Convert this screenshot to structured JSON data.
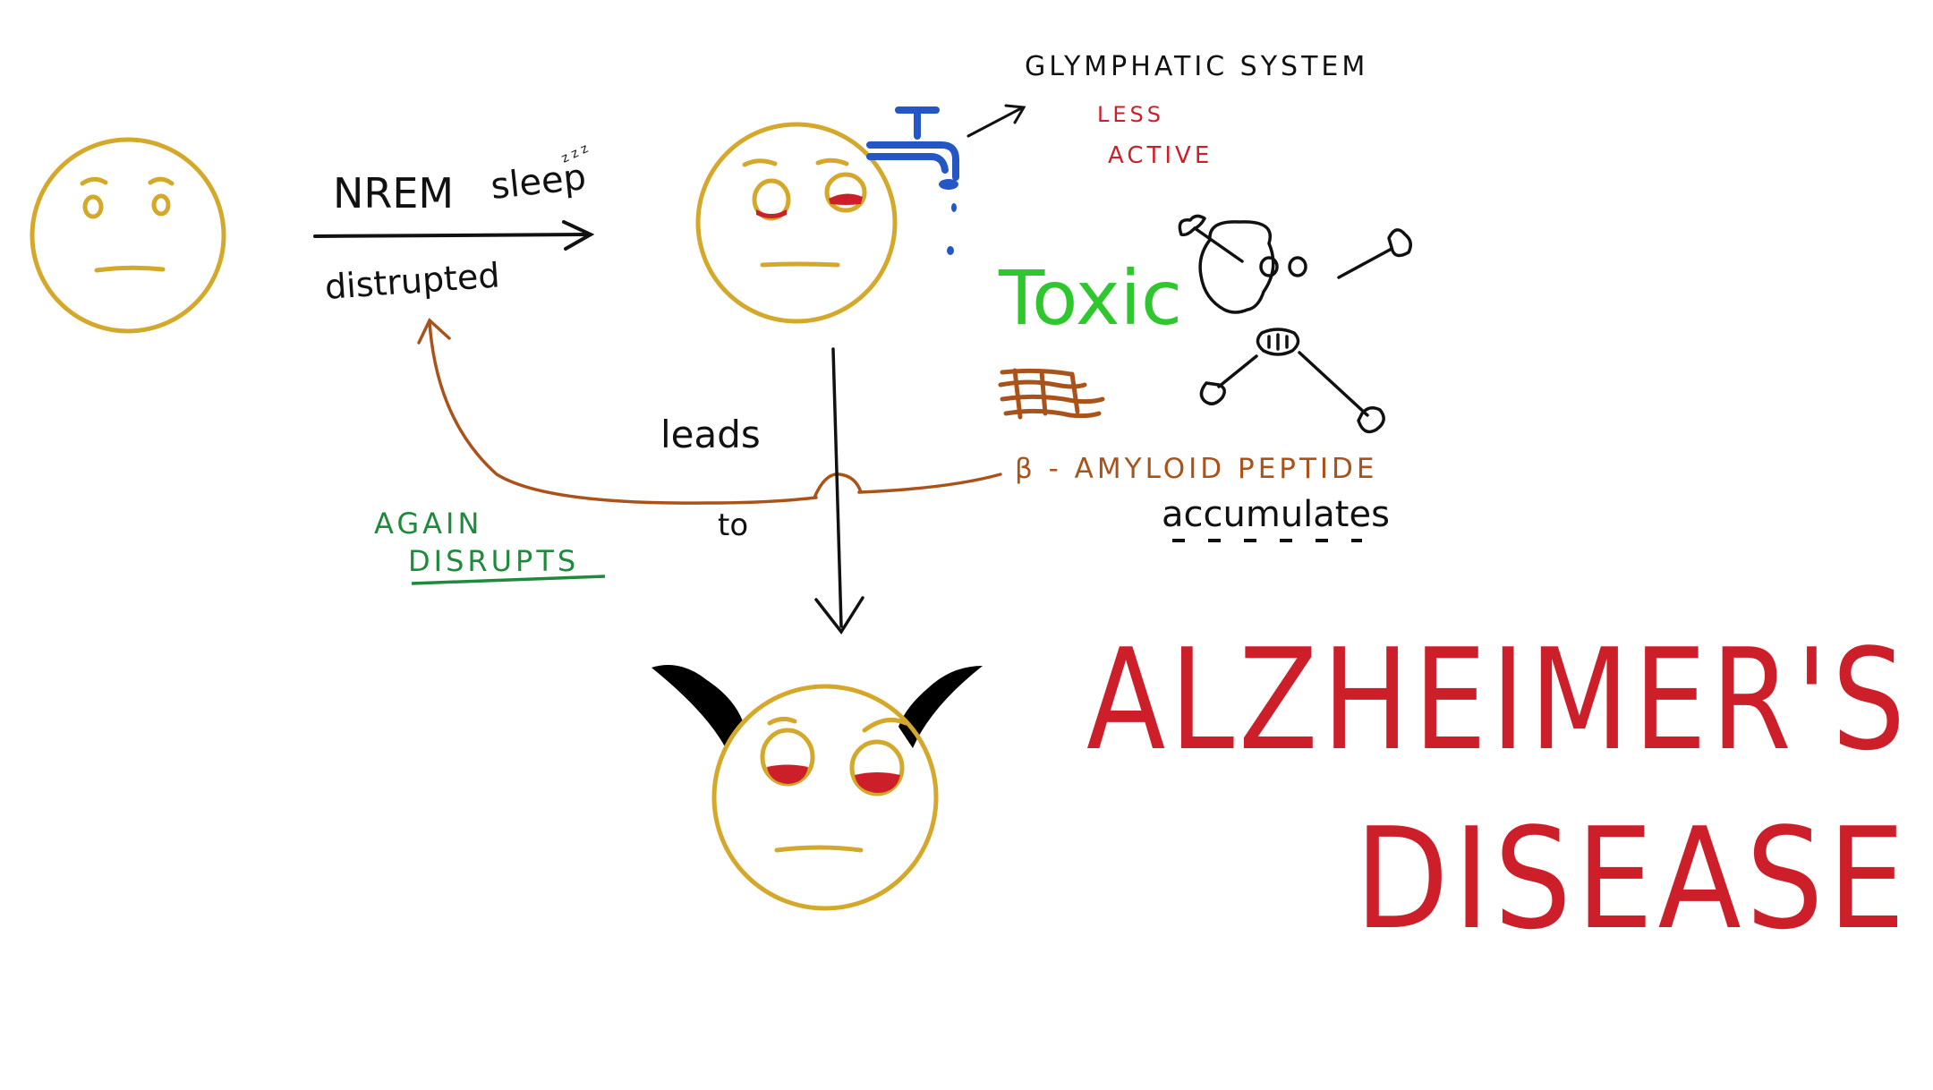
{
  "labels": {
    "nrem": "NREM",
    "sleep": "sleep",
    "zzz": "z z z",
    "disrupted": "distrupted",
    "glymphatic": "GLYMPHATIC SYSTEM",
    "less": "LESS",
    "active": "ACTIVE",
    "toxic": "Toxic",
    "amyloid": "β - AMYLOID PEPTIDE",
    "accumulates": "accumulates",
    "leads": "leads",
    "to": "to",
    "again": "AGAIN",
    "disrupts": "DISRUPTS",
    "alzheimers": "ALZHEIMER'S",
    "disease": "DISEASE"
  },
  "colors": {
    "face": "#d4a82a",
    "ink": "#111111",
    "tap": "#2457c5",
    "red": "#cc1f2a",
    "brown": "#a9531a",
    "toxic_green": "#2ec82e",
    "again_green": "#1f8a3c",
    "ears": "#000000"
  },
  "icons": [
    "worried-face-icon",
    "tired-face-icon",
    "angry-face-icon",
    "water-tap-icon",
    "skull-crossbones-icon",
    "amyloid-plaque-icon"
  ]
}
